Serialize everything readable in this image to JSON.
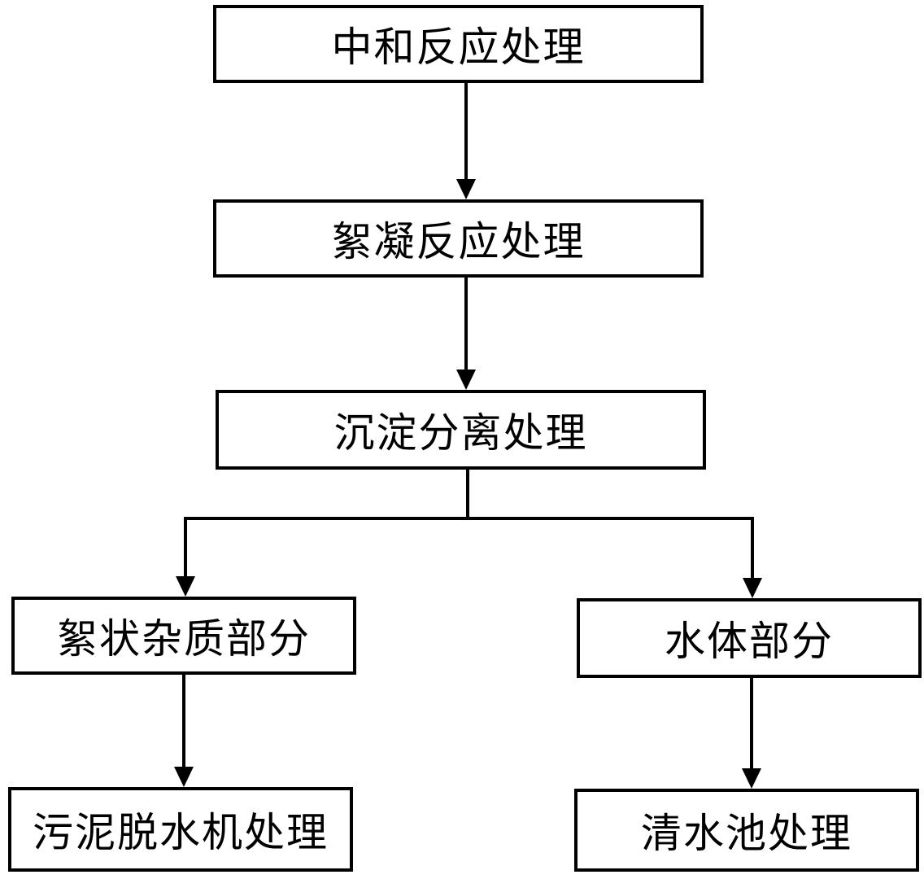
{
  "diagram": {
    "nodes": {
      "neutralization": "中和反应处理",
      "flocculation": "絮凝反应处理",
      "sedimentation": "沉淀分离处理",
      "floc_impurities": "絮状杂质部分",
      "water_body": "水体部分",
      "sludge_dewatering": "污泥脱水机处理",
      "clear_water_pool": "清水池处理"
    },
    "edges": [
      [
        "neutralization",
        "flocculation"
      ],
      [
        "flocculation",
        "sedimentation"
      ],
      [
        "sedimentation",
        "floc_impurities"
      ],
      [
        "sedimentation",
        "water_body"
      ],
      [
        "floc_impurities",
        "sludge_dewatering"
      ],
      [
        "water_body",
        "clear_water_pool"
      ]
    ]
  }
}
